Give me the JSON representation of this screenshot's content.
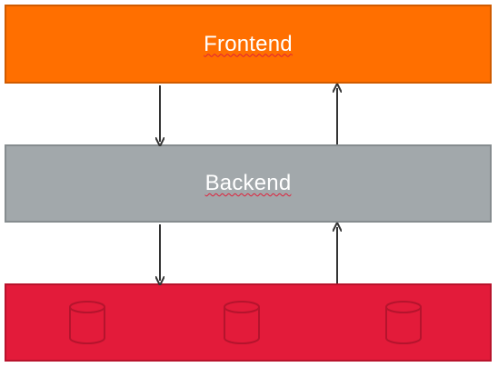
{
  "layers": {
    "frontend": {
      "label": "Frontend",
      "color": "#ff6f00"
    },
    "backend": {
      "label": "Backend",
      "color": "#a2a8ab"
    },
    "database": {
      "label": "",
      "color": "#e31b3a",
      "icon": "database-cylinder-icon",
      "icon_count": 3
    }
  },
  "connectors": [
    {
      "from": "frontend",
      "to": "backend",
      "direction": "down"
    },
    {
      "from": "backend",
      "to": "frontend",
      "direction": "up"
    },
    {
      "from": "backend",
      "to": "database",
      "direction": "down"
    },
    {
      "from": "database",
      "to": "backend",
      "direction": "up"
    }
  ]
}
